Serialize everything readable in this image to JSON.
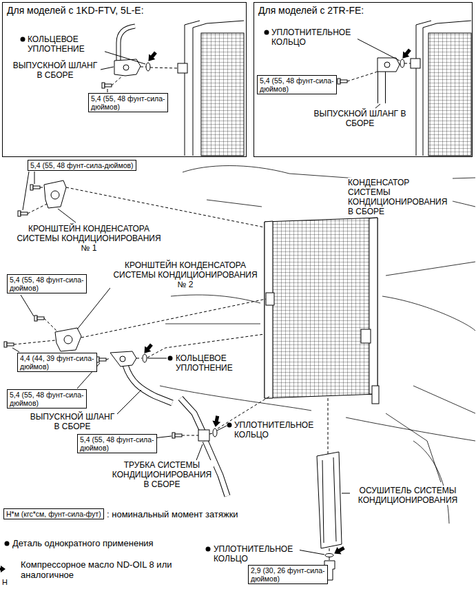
{
  "diagram": {
    "nodes": [
      {
        "text": [
          "Для моделей с 1KD-FTV, 5L-E:"
        ]
      },
      {
        "text": [
          "5,4 (55, 48 фунт-сила-дюймов)"
        ],
        "in": 0
      },
      {
        "text": [
          "Для моделей с 2TR-FE:"
        ]
      },
      {
        "text": [
          "5,4 (55, 48 фунт-сила-дюймов)"
        ],
        "in": 2
      },
      {
        "text": [
          "5,4 (55, 48 фунт-сила-дюймов)"
        ]
      },
      {
        "text": [
          "5,4 (55, 48 фунт-сила-дюймов)"
        ]
      },
      {
        "text": [
          "4,4 (44, 39 фунт-сила-дюймов)"
        ]
      },
      {
        "text": [
          "5,4 (55, 48 фунт-сила-дюймов)"
        ]
      },
      {
        "text": [
          "5,4 (55, 48 фунт-сила-дюймов)"
        ]
      },
      {
        "text": [
          "Н*м (кгс*см, фунт-сила-фут)"
        ]
      },
      {
        "text": [
          "2,9 (30, 26 фунт-сила-дюймов)"
        ]
      }
    ],
    "labels": [
      "КОЛЬЦЕВОЕ УПЛОТНЕНИЕ",
      "ВЫПУСКНОЙ ШЛАНГ В СБОРЕ",
      "УПЛОТНИТЕЛЬНОЕ КОЛЬЦО",
      "ВЫПУСКНОЙ ШЛАНГ В СБОРЕ",
      "КОНДЕНСАТОР СИСТЕМЫ КОНДИЦИОНИРОВАНИЯ В СБОРЕ",
      "КРОНШТЕЙН КОНДЕНСАТОРА СИСТЕМЫ КОНДИЦИОНИРОВАНИЯ № 1",
      "КРОНШТЕЙН КОНДЕНСАТОРА СИСТЕМЫ КОНДИЦИОНИРОВАНИЯ № 2",
      "КОЛЬЦЕВОЕ УПЛОТНЕНИЕ",
      "ВЫПУСКНОЙ ШЛАНГ В СБОРЕ",
      "УПЛОТНИТЕЛЬНОЕ КОЛЬЦО",
      "ТРУБКА СИСТЕМЫ КОНДИЦИОНИРОВАНИЯ В СБОРЕ",
      "ОСУШИТЕЛЬ СИСТЕМЫ КОНДИЦИОНИРОВАНИЯ",
      "УПЛОТНИТЕЛЬНОЕ КОЛЬЦО",
      "H"
    ],
    "legend": [
      {
        "text": ": номинальный момент затяжки"
      },
      {
        "text": "Деталь однократного применения"
      },
      {
        "text": "Компрессорное масло ND-OIL 8 или аналогичное"
      }
    ]
  }
}
